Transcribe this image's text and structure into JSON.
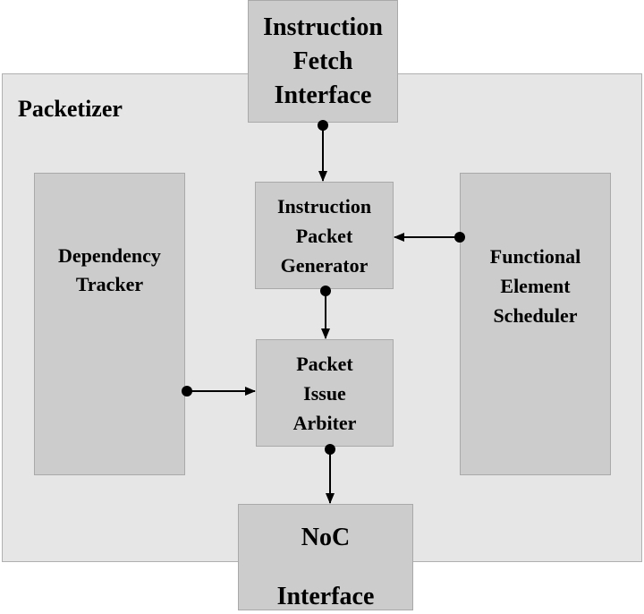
{
  "diagram": {
    "container_label": "Packetizer",
    "blocks": {
      "instruction_fetch": [
        "Instruction",
        "Fetch",
        "Interface"
      ],
      "packet_generator": [
        "Instruction",
        "Packet",
        "Generator"
      ],
      "issue_arbiter": [
        "Packet",
        "Issue",
        "Arbiter"
      ],
      "dependency_tracker": [
        "Dependency",
        "Tracker"
      ],
      "element_scheduler": [
        "Functional",
        "Element",
        "Scheduler"
      ],
      "noc_interface": [
        "NoC",
        "Interface"
      ]
    },
    "connections": [
      {
        "from": "instruction_fetch",
        "to": "packet_generator"
      },
      {
        "from": "element_scheduler",
        "to": "packet_generator"
      },
      {
        "from": "packet_generator",
        "to": "issue_arbiter"
      },
      {
        "from": "dependency_tracker",
        "to": "issue_arbiter"
      },
      {
        "from": "issue_arbiter",
        "to": "noc_interface"
      }
    ],
    "colors": {
      "container_fill": "#e6e6e6",
      "block_fill": "#cccccc",
      "line": "#000000"
    }
  }
}
